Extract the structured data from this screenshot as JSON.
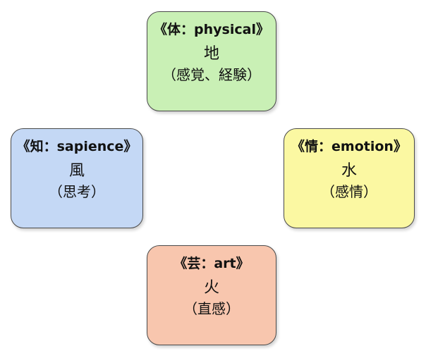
{
  "cards": {
    "physical": {
      "title": "《体：physical》",
      "element": "地",
      "description": "（感覚、経験）",
      "color": "#c9f0b5"
    },
    "sapience": {
      "title": "《知：sapience》",
      "element": "風",
      "description": "（思考）",
      "color": "#c4d8f5"
    },
    "emotion": {
      "title": "《情：emotion》",
      "element": "水",
      "description": "（感情）",
      "color": "#fbf8a2"
    },
    "art": {
      "title": "《芸：art》",
      "element": "火",
      "description": "（直感）",
      "color": "#f8c6ae"
    }
  }
}
